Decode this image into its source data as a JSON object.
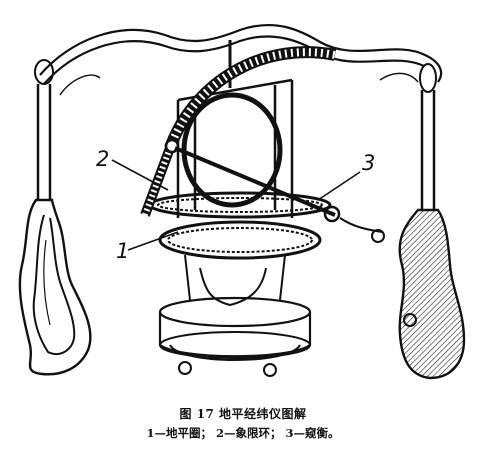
{
  "figure": {
    "callouts": [
      {
        "id": "2",
        "text": "2"
      },
      {
        "id": "3",
        "text": "3"
      },
      {
        "id": "1",
        "text": "1"
      }
    ],
    "caption": {
      "title": "图 17  地平经纬仪图解",
      "legend": "1—地平圈； 2—象限环； 3—窥衡。"
    }
  }
}
